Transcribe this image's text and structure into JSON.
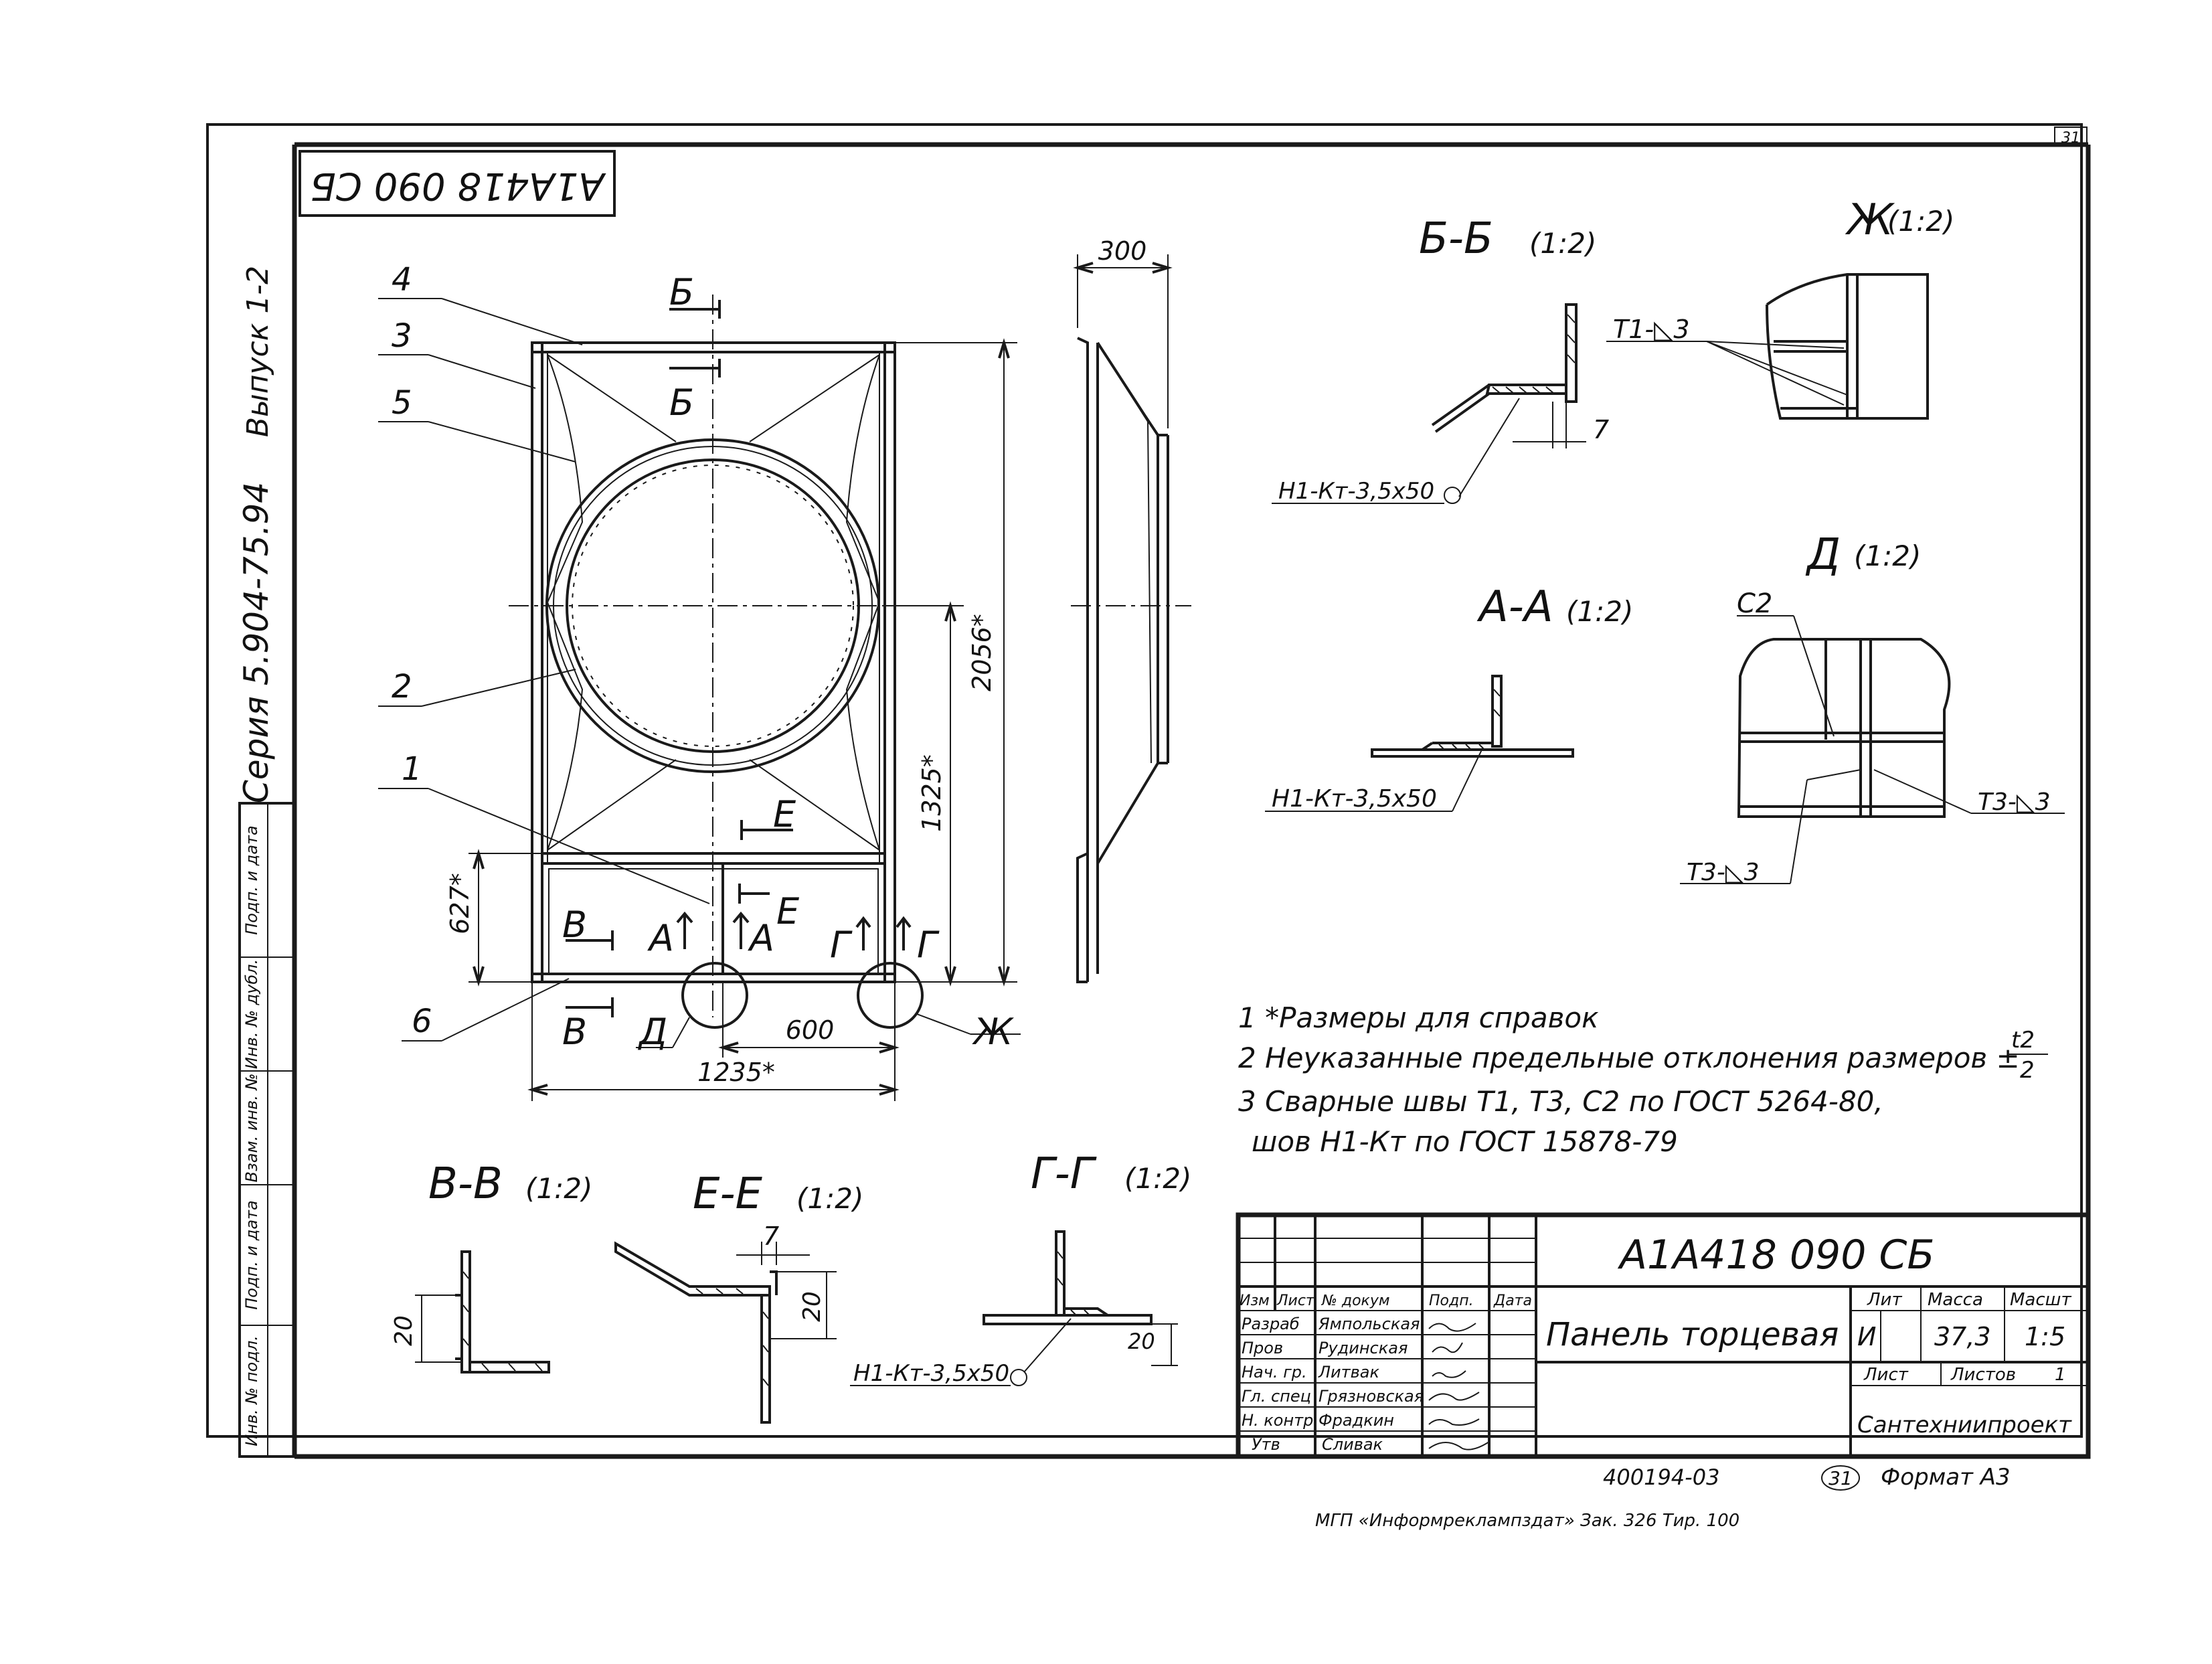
{
  "stamp_top": "A1A418 090 СБ",
  "series_text": "Серия 5.904-75.94",
  "issue_text": "Выпуск 1-2",
  "page_mark": "31",
  "left_margin_labels": [
    "Подп. и дата",
    "Инв. № дубл.",
    "Взам. инв. №",
    "Подп. и дата",
    "Инв. № подл."
  ],
  "main_view": {
    "callouts": [
      "4",
      "3",
      "5",
      "2",
      "1",
      "6"
    ],
    "section_marks": {
      "b_top": "Б",
      "b_mid": "Б",
      "e_top": "Е",
      "e_mid": "Е",
      "a_left": "А",
      "a_right": "А",
      "v_top": "В",
      "v_bottom": "В",
      "g_left": "Г",
      "g_right": "Г",
      "d_node": "Д",
      "zh_node": "Ж"
    },
    "dims": {
      "height_total": "2056*",
      "height_center": "1325*",
      "height_lower": "627*",
      "width_total": "1235*",
      "width_inner": "600"
    }
  },
  "side_view": {
    "dim_depth": "300"
  },
  "section_bb": {
    "title": "Б-Б",
    "scale": "(1:2)",
    "weld": "Н1-Кт-3,5х50",
    "dim": "7"
  },
  "section_aa": {
    "title": "А-А",
    "scale": "(1:2)",
    "weld": "Н1-Кт-3,5х50"
  },
  "node_zh": {
    "title": "Ж",
    "scale": "(1:2)",
    "weld": "Т1-◺3"
  },
  "node_d": {
    "title": "Д",
    "scale": "(1:2)",
    "weld_top": "С2",
    "weld_right": "Т3-◺3",
    "weld_bottom": "Т3-◺3"
  },
  "section_vv": {
    "title": "В-В",
    "scale": "(1:2)",
    "dim": "20"
  },
  "section_ee": {
    "title": "Е-Е",
    "scale": "(1:2)",
    "dim_w": "7",
    "dim_h": "20"
  },
  "section_gg": {
    "title": "Г-Г",
    "scale": "(1:2)",
    "weld": "Н1-Кт-3,5х50",
    "dim": "20"
  },
  "notes": [
    "1 *Размеры для справок",
    "2 Неуказанные предельные отклонения размеров ±",
    "3 Сварные швы Т1, Т3, С2 по ГОСТ 5264-80,",
    "шов Н1-Кт по ГОСТ 15878-79"
  ],
  "tolerance_fraction": {
    "num": "t2",
    "den": "2"
  },
  "title_block": {
    "designation": "A1A418 090 СБ",
    "name": "Панель торцевая",
    "col_headers": [
      "Изм",
      "Лист",
      "№ докум",
      "Подп.",
      "Дата"
    ],
    "roles": [
      "Разраб",
      "Пров",
      "Нач. гр.",
      "Гл. спец",
      "Н. контр",
      "Утв"
    ],
    "names": [
      "Ямпольская",
      "Рудинская",
      "Литвак",
      "Грязновская",
      "Фрадкин",
      "Сливак"
    ],
    "lit_label": "Лит",
    "mass_label": "Масса",
    "scale_label": "Масшт",
    "lit_value": "И",
    "mass_value": "37,3",
    "scale_value": "1:5",
    "sheet_label": "Лист",
    "sheets_label": "Листов",
    "sheets_value": "1",
    "org": "Сантехниипроект"
  },
  "bottom_code": "400194-03",
  "bottom_sheet": "31",
  "format_label": "Формат А3",
  "print_info": "МГП «Информреклампздат»   Зак. 326  Тир. 100"
}
